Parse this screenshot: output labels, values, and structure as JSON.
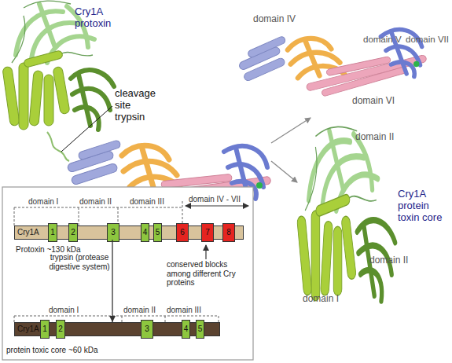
{
  "diagram": {
    "nodes": [
      {
        "text": [
          "Cry1A"
        ]
      },
      {
        "text": [
          "1"
        ],
        "in": 0
      },
      {
        "text": [
          "2"
        ],
        "in": 0
      },
      {
        "text": [
          "3"
        ],
        "in": 0
      },
      {
        "text": [
          "4"
        ],
        "in": 0
      },
      {
        "text": [
          "5"
        ],
        "in": 0
      },
      {
        "text": [
          "6"
        ],
        "in": 0
      },
      {
        "text": [
          "7"
        ],
        "in": 0
      },
      {
        "text": [
          "8"
        ],
        "in": 0
      },
      {
        "text": [
          "Cry1A"
        ]
      },
      {
        "text": [
          "1"
        ],
        "in": 9
      },
      {
        "text": [
          "2"
        ],
        "in": 9
      },
      {
        "text": [
          "3"
        ],
        "in": 9
      },
      {
        "text": [
          "4"
        ],
        "in": 9
      },
      {
        "text": [
          "5"
        ],
        "in": 9
      }
    ],
    "edges": [
      {
        "from": 0,
        "to": 9,
        "arrow": "to",
        "label": "trypsin (protease digestive system)"
      }
    ],
    "labels": [
      "Cry1A protoxin",
      "cleavage site trypsin",
      "domain IV",
      "domain V",
      "domain VII",
      "domain VI",
      "domain II",
      "Cry1A protein toxin core",
      "domain II",
      "domain I",
      "domain I",
      "domain II",
      "domain III",
      "domain IV - VII",
      "Protoxin ~130 kDa",
      "conserved blocks among different Cry proteins",
      "domain I",
      "domain II",
      "domain III",
      "protein toxic core ~60 kDa"
    ]
  }
}
